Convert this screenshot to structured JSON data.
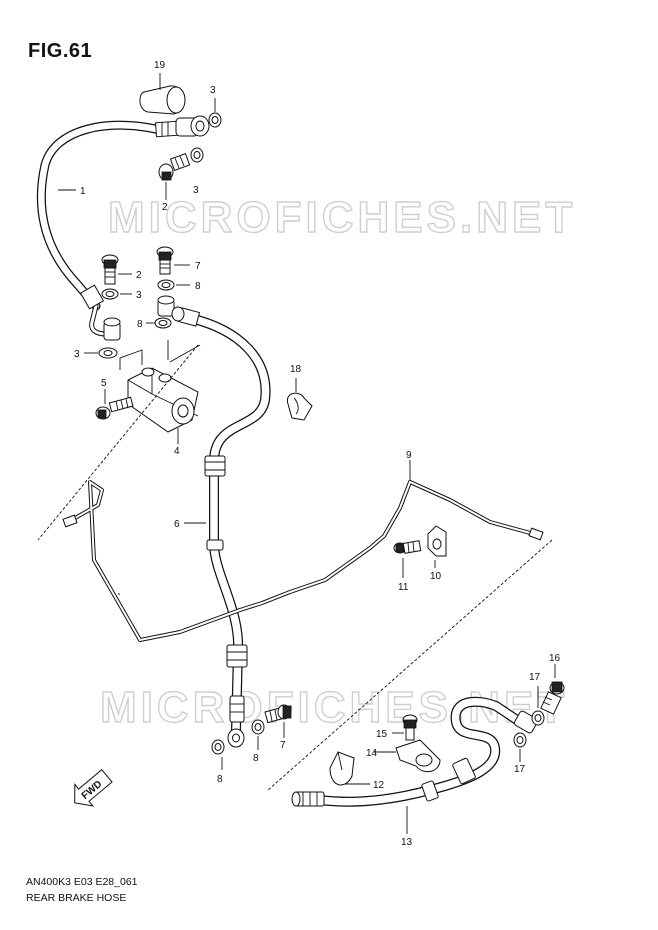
{
  "figure": {
    "title": "FIG.61",
    "code": "AN400K3 E03 E28_061",
    "name": "REAR BRAKE HOSE"
  },
  "watermarks": [
    "MICROFICHES.NET",
    "MICROFICHES.NET"
  ],
  "callouts": {
    "p19": "19",
    "p3a": "3",
    "p1": "1",
    "p3b": "3",
    "p2a": "2",
    "p2b": "2",
    "p7a": "7",
    "p3c": "3",
    "p8a": "8",
    "p8b": "8",
    "p3d": "3",
    "p5": "5",
    "p18": "18",
    "p4": "4",
    "p9": "9",
    "p6": "6",
    "p10": "10",
    "p11": "11",
    "p16": "16",
    "p17a": "17",
    "p17b": "17",
    "p15": "15",
    "p7b": "7",
    "p8c": "8",
    "p8d": "8",
    "p14": "14",
    "p12": "12",
    "p13": "13"
  },
  "direction_mark": "FWD"
}
